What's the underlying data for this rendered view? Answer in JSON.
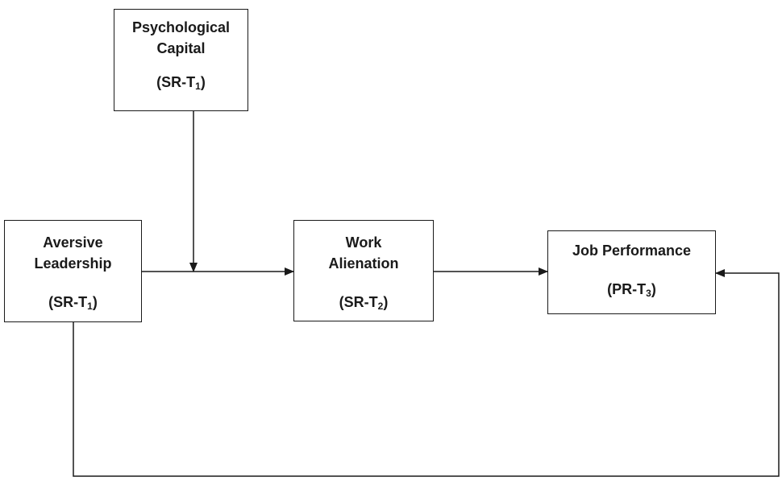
{
  "nodes": {
    "psychological_capital": {
      "line1": "Psychological",
      "line2": "Capital",
      "measure_prefix": "(SR-T",
      "measure_sub": "1",
      "measure_suffix": ")"
    },
    "aversive_leadership": {
      "line1": "Aversive",
      "line2": "Leadership",
      "measure_prefix": "(SR-T",
      "measure_sub": "1",
      "measure_suffix": ")"
    },
    "work_alienation": {
      "line1": "Work",
      "line2": "Alienation",
      "measure_prefix": "(SR-T",
      "measure_sub": "2",
      "measure_suffix": ")"
    },
    "job_performance": {
      "line1": "Job Performance",
      "measure_prefix": "(PR-T",
      "measure_sub": "3",
      "measure_suffix": ")"
    }
  },
  "edges": [
    {
      "from": "aversive_leadership",
      "to": "work_alienation",
      "type": "direct"
    },
    {
      "from": "work_alienation",
      "to": "job_performance",
      "type": "direct"
    },
    {
      "from": "psychological_capital",
      "to": "aversive_leadership->work_alienation",
      "type": "moderation"
    },
    {
      "from": "aversive_leadership",
      "to": "job_performance",
      "type": "direct"
    }
  ],
  "colors": {
    "line": "#1a1a1a",
    "box_border": "#1a1a1a",
    "background": "#ffffff"
  }
}
